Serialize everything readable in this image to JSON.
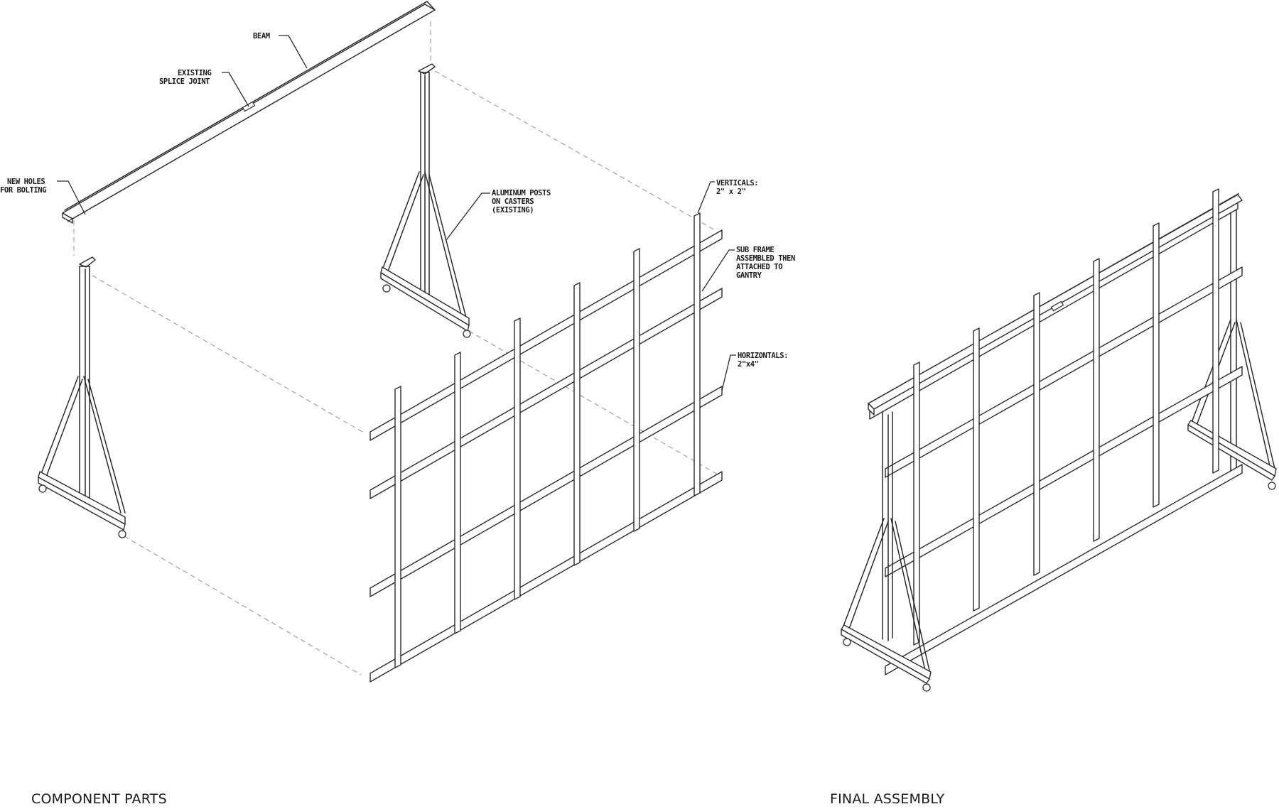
{
  "captions": {
    "component_parts": "COMPONENT PARTS",
    "final_assembly": "FINAL ASSEMBLY"
  },
  "labels": {
    "beam": "BEAM",
    "splice_line1": "EXISTING",
    "splice_line2": "SPLICE JOINT",
    "holes_line1": "NEW HOLES",
    "holes_line2": "FOR BOLTING",
    "posts_line1": "ALUMINUM POSTS",
    "posts_line2": "ON CASTERS",
    "posts_line3": "(EXISTING)",
    "verticals_line1": "VERTICALS:",
    "verticals_line2": "2\" x 2\"",
    "subframe_line1": "SUB FRAME",
    "subframe_line2": "ASSEMBLED THEN",
    "subframe_line3": "ATTACHED TO",
    "subframe_line4": "GANTRY",
    "horizontals_line1": "HORIZONTALS:",
    "horizontals_line2": "2\"x4\""
  }
}
